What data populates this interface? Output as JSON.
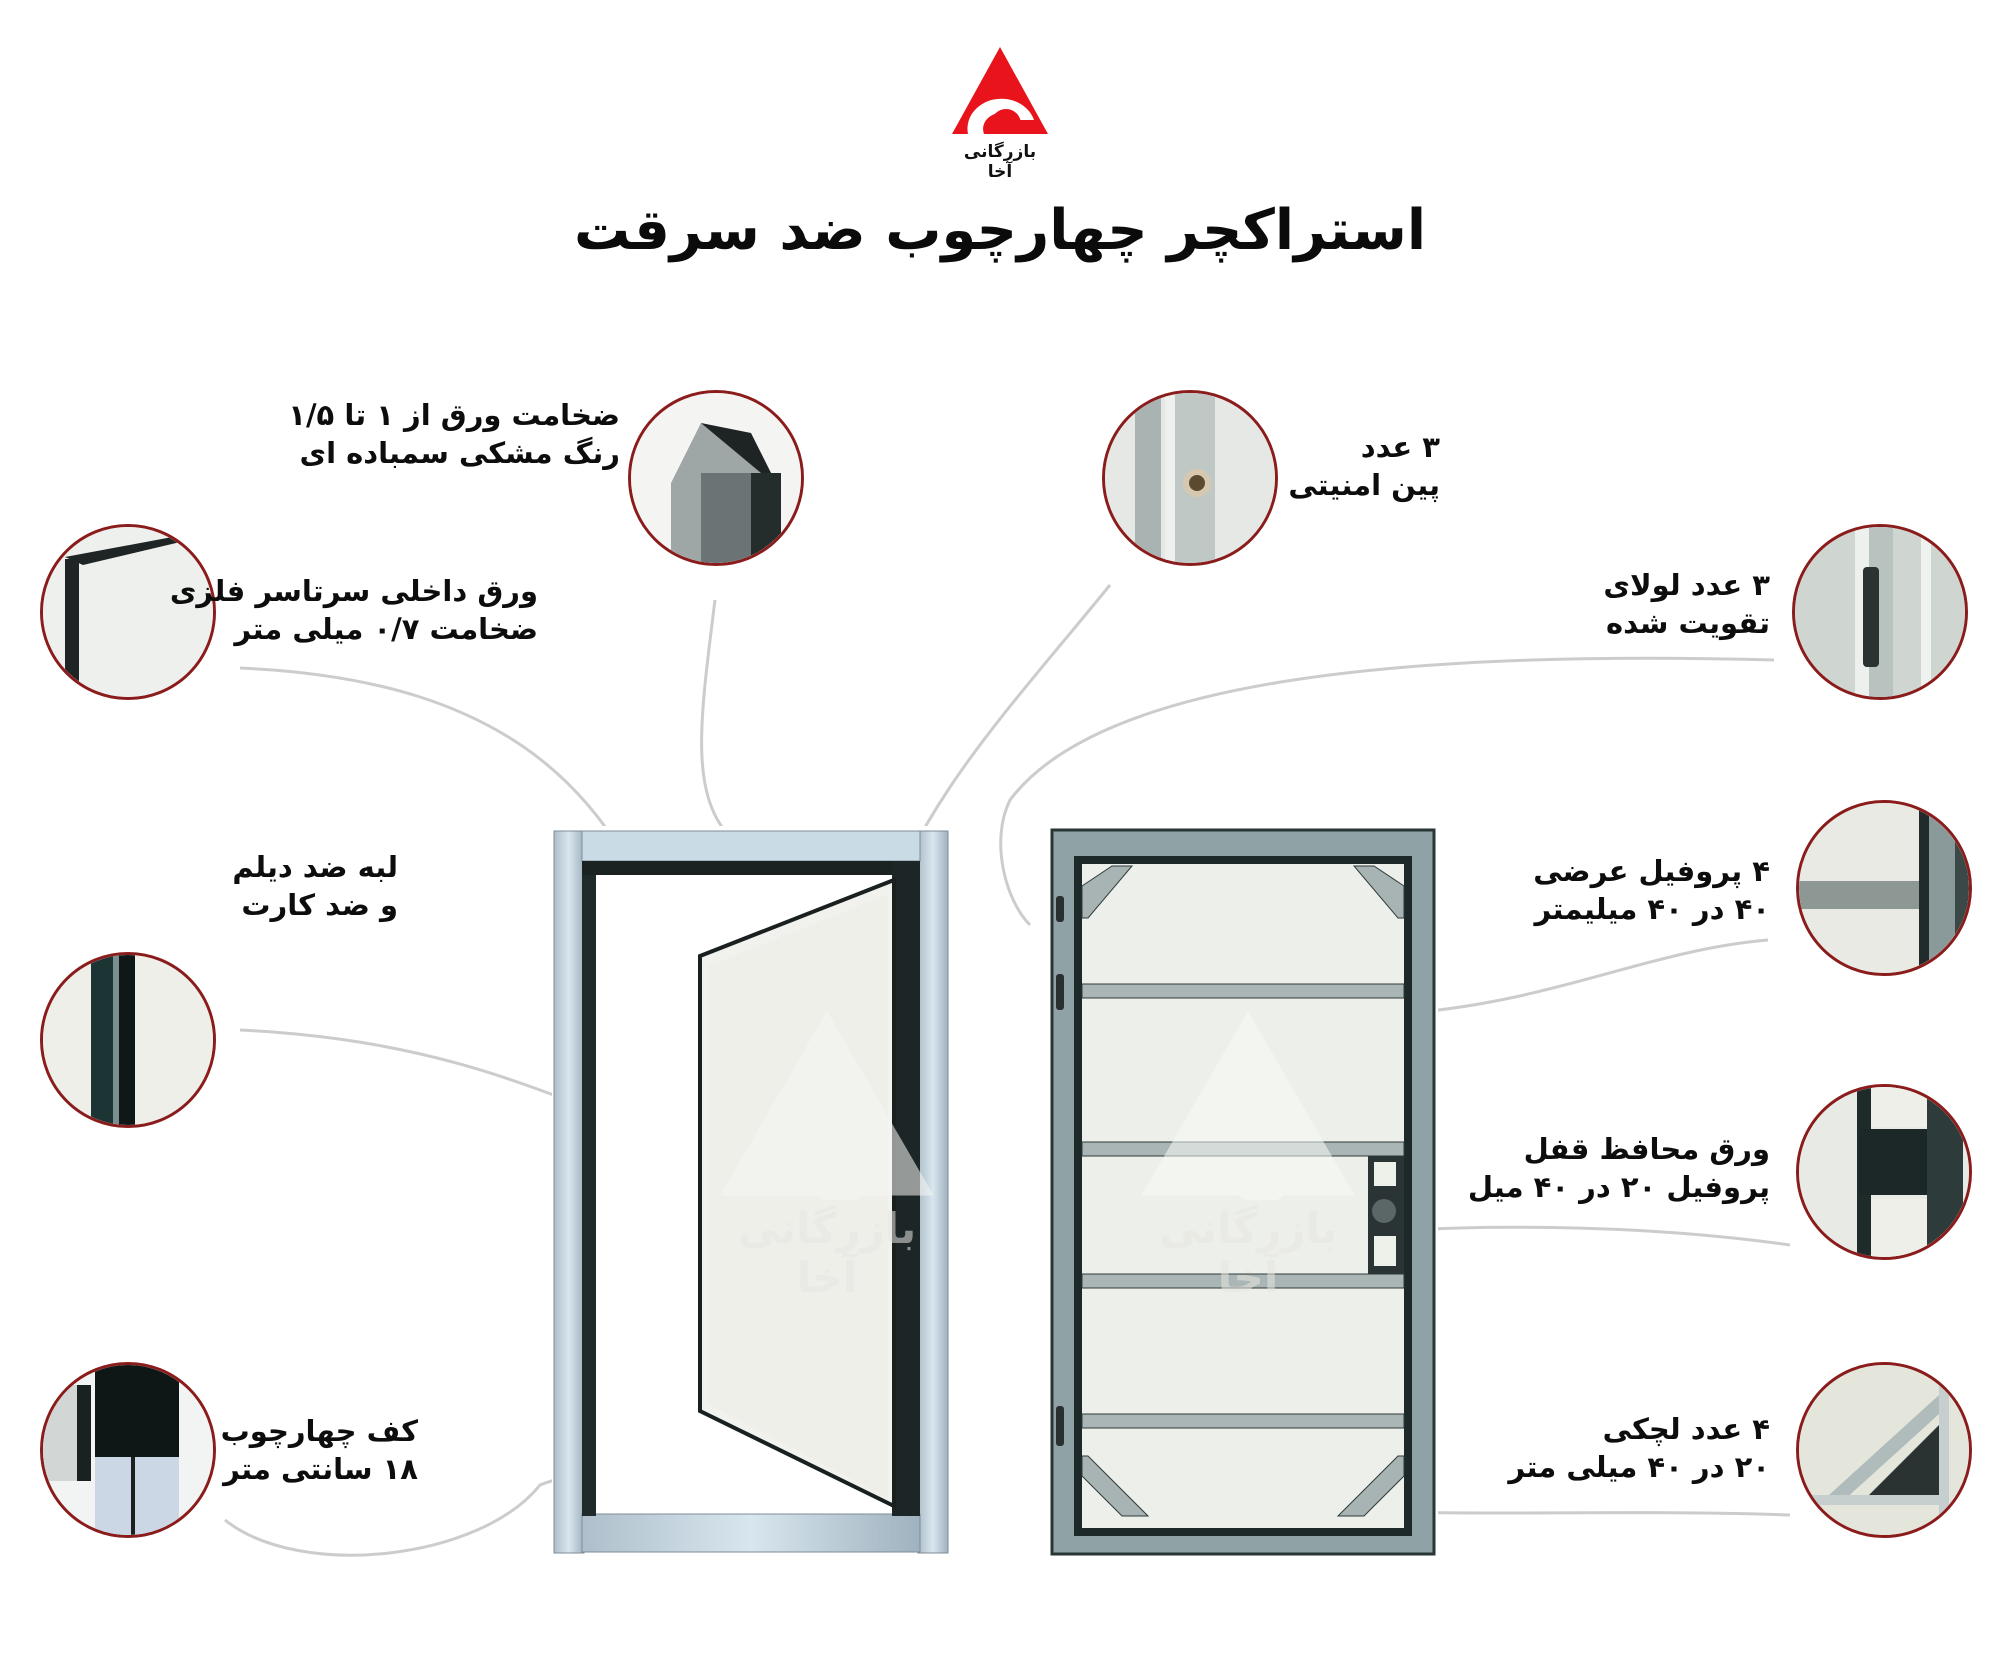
{
  "brand": {
    "name": "بازرگانی آخا",
    "logo_color": "#e8131b",
    "watermark_text": "بازرگانی آخا"
  },
  "title": "استراکچر چهارچوب ضد سرقت",
  "accent_colors": {
    "circle_border": "#8b1c1c",
    "connector_line": "#c8c8c8",
    "frame_light": "#c6d9e4",
    "frame_dark": "#1f2a2a"
  },
  "features": {
    "left": [
      {
        "id": "sheet-thickness",
        "line1": "ضخامت ورق از ۱ تا ۱/۵",
        "line2": "رنگ مشکی سمباده ای"
      },
      {
        "id": "inner-sheet",
        "line1": "ورق داخلی سرتاسر فلزی",
        "line2": "ضخامت ۰/۷ میلی متر"
      },
      {
        "id": "anti-pry-edge",
        "line1": "لبه ضد دیلم",
        "line2": "و ضد کارت"
      },
      {
        "id": "frame-floor",
        "line1": "کف چهارچوب",
        "line2": "۱۸ سانتی متر"
      }
    ],
    "right": [
      {
        "id": "security-pins",
        "line1": "۳ عدد",
        "line2": "پین امنیتی"
      },
      {
        "id": "hinges",
        "line1": "۳ عدد لولای",
        "line2": "تقویت شده"
      },
      {
        "id": "cross-profiles",
        "line1": "۴ پروفیل عرضی",
        "line2": "۴۰ در ۴۰ میلیمتر"
      },
      {
        "id": "lock-guard",
        "line1": "ورق محافظ قفل",
        "line2": "پروفیل ۲۰ در ۴۰ میل"
      },
      {
        "id": "corner-braces",
        "line1": "۴ عدد لچکی",
        "line2": "۲۰ در ۴۰ میلی متر"
      }
    ]
  },
  "images": {
    "left_door": "open-frame-with-door-panel",
    "right_door": "door-structure-with-cross-profiles"
  }
}
